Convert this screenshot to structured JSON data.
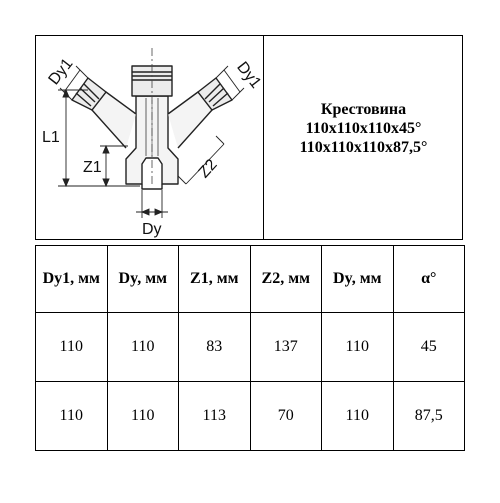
{
  "drawing": {
    "labels": {
      "dy1_left": "Dy1",
      "dy1_right": "Dy1",
      "l1": "L1",
      "z1": "Z1",
      "z2": "Z2",
      "dy_bottom": "Dy"
    }
  },
  "title": {
    "name": "Крестовина",
    "variant_1": "110x110x110x45°",
    "variant_2": "110x110x110x87,5°"
  },
  "table": {
    "headers": [
      "Dy1, мм",
      "Dy, мм",
      "Z1, мм",
      "Z2, мм",
      "Dy, мм",
      "α°"
    ],
    "rows": [
      [
        "110",
        "110",
        "83",
        "137",
        "110",
        "45"
      ],
      [
        "110",
        "110",
        "113",
        "70",
        "110",
        "87,5"
      ]
    ]
  }
}
